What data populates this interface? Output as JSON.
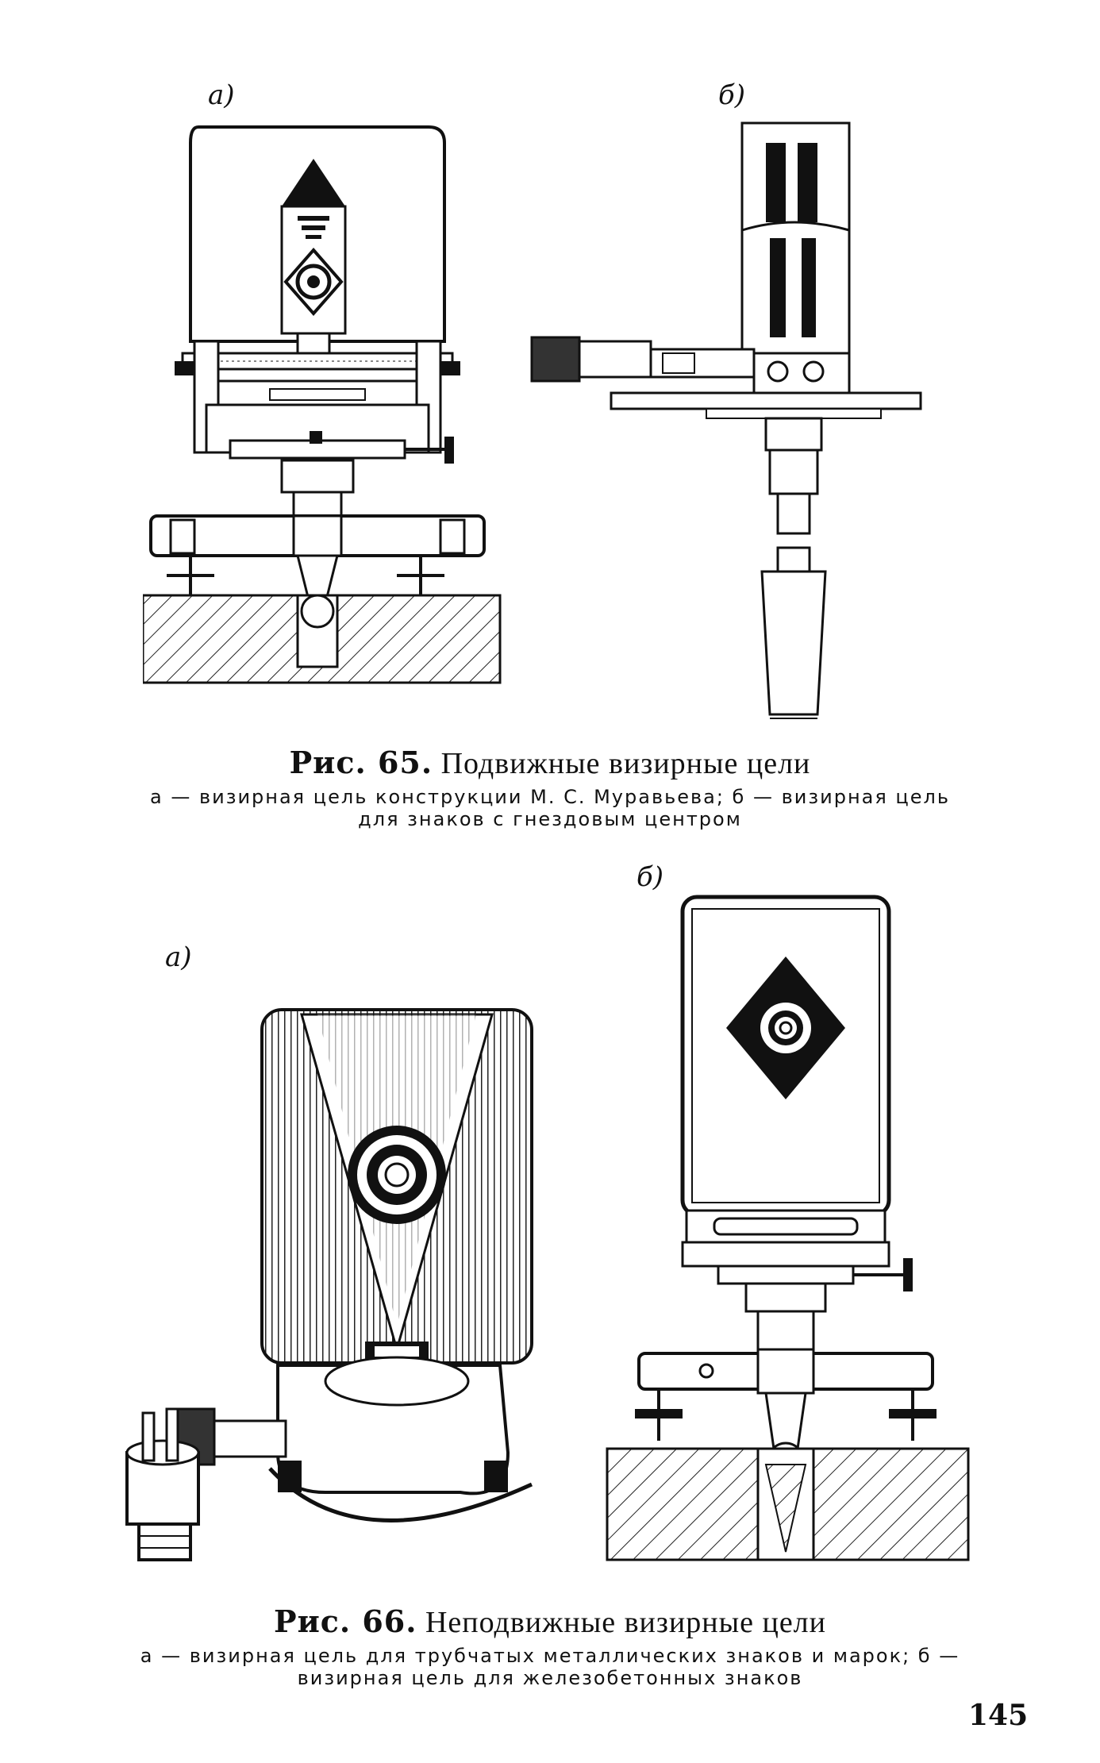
{
  "figure65": {
    "label_a": "а)",
    "label_b": "б)",
    "caption_number": "Рис. 65.",
    "caption_title": "Подвижные визирные цели",
    "caption_line1": "а — визирная цель конструкции М. С. Муравьева; б — визирная цель",
    "caption_line2": "для знаков с гнездовым центром"
  },
  "figure66": {
    "label_a": "а)",
    "label_b": "б)",
    "caption_number": "Рис. 66.",
    "caption_title": "Неподвижные визирные цели",
    "caption_line1": "а — визирная цель для трубчатых металлических знаков и марок; б —",
    "caption_line2": "визирная цель для железобетонных знаков"
  },
  "page_number": "145"
}
